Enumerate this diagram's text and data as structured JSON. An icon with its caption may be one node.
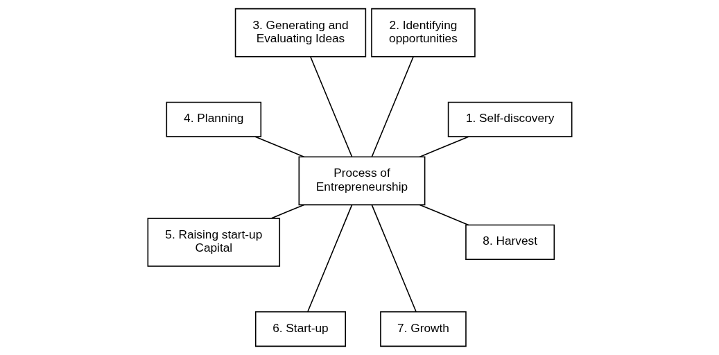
{
  "diagram": {
    "nodes": [
      {
        "text": [
          "Process of Entrepreneurship"
        ]
      },
      {
        "text": [
          "1. Self-discovery"
        ]
      },
      {
        "text": [
          "2. Identifying opportunities"
        ]
      },
      {
        "text": [
          "3. Generating and Evaluating Ideas"
        ]
      },
      {
        "text": [
          "4. Planning"
        ]
      },
      {
        "text": [
          "5. Raising start-up Capital"
        ]
      },
      {
        "text": [
          "6. Start-up"
        ]
      },
      {
        "text": [
          "7. Growth"
        ]
      },
      {
        "text": [
          "8. Harvest"
        ]
      }
    ],
    "edges": [
      {
        "from": 0,
        "to": 1,
        "arrow": "none"
      },
      {
        "from": 0,
        "to": 2,
        "arrow": "none"
      },
      {
        "from": 0,
        "to": 3,
        "arrow": "none"
      },
      {
        "from": 0,
        "to": 4,
        "arrow": "none"
      },
      {
        "from": 0,
        "to": 5,
        "arrow": "none"
      },
      {
        "from": 0,
        "to": 6,
        "arrow": "none"
      },
      {
        "from": 0,
        "to": 7,
        "arrow": "none"
      },
      {
        "from": 0,
        "to": 8,
        "arrow": "none"
      }
    ]
  }
}
